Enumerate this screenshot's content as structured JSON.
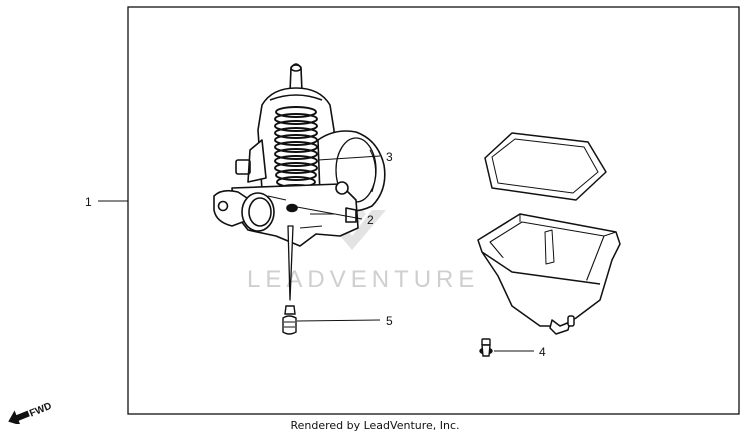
{
  "callouts": [
    "1",
    "2",
    "3",
    "4",
    "5"
  ],
  "watermark": "LEADVENTURE",
  "direction_label": "FWD",
  "footer": "Rendered by LeadVenture, Inc."
}
